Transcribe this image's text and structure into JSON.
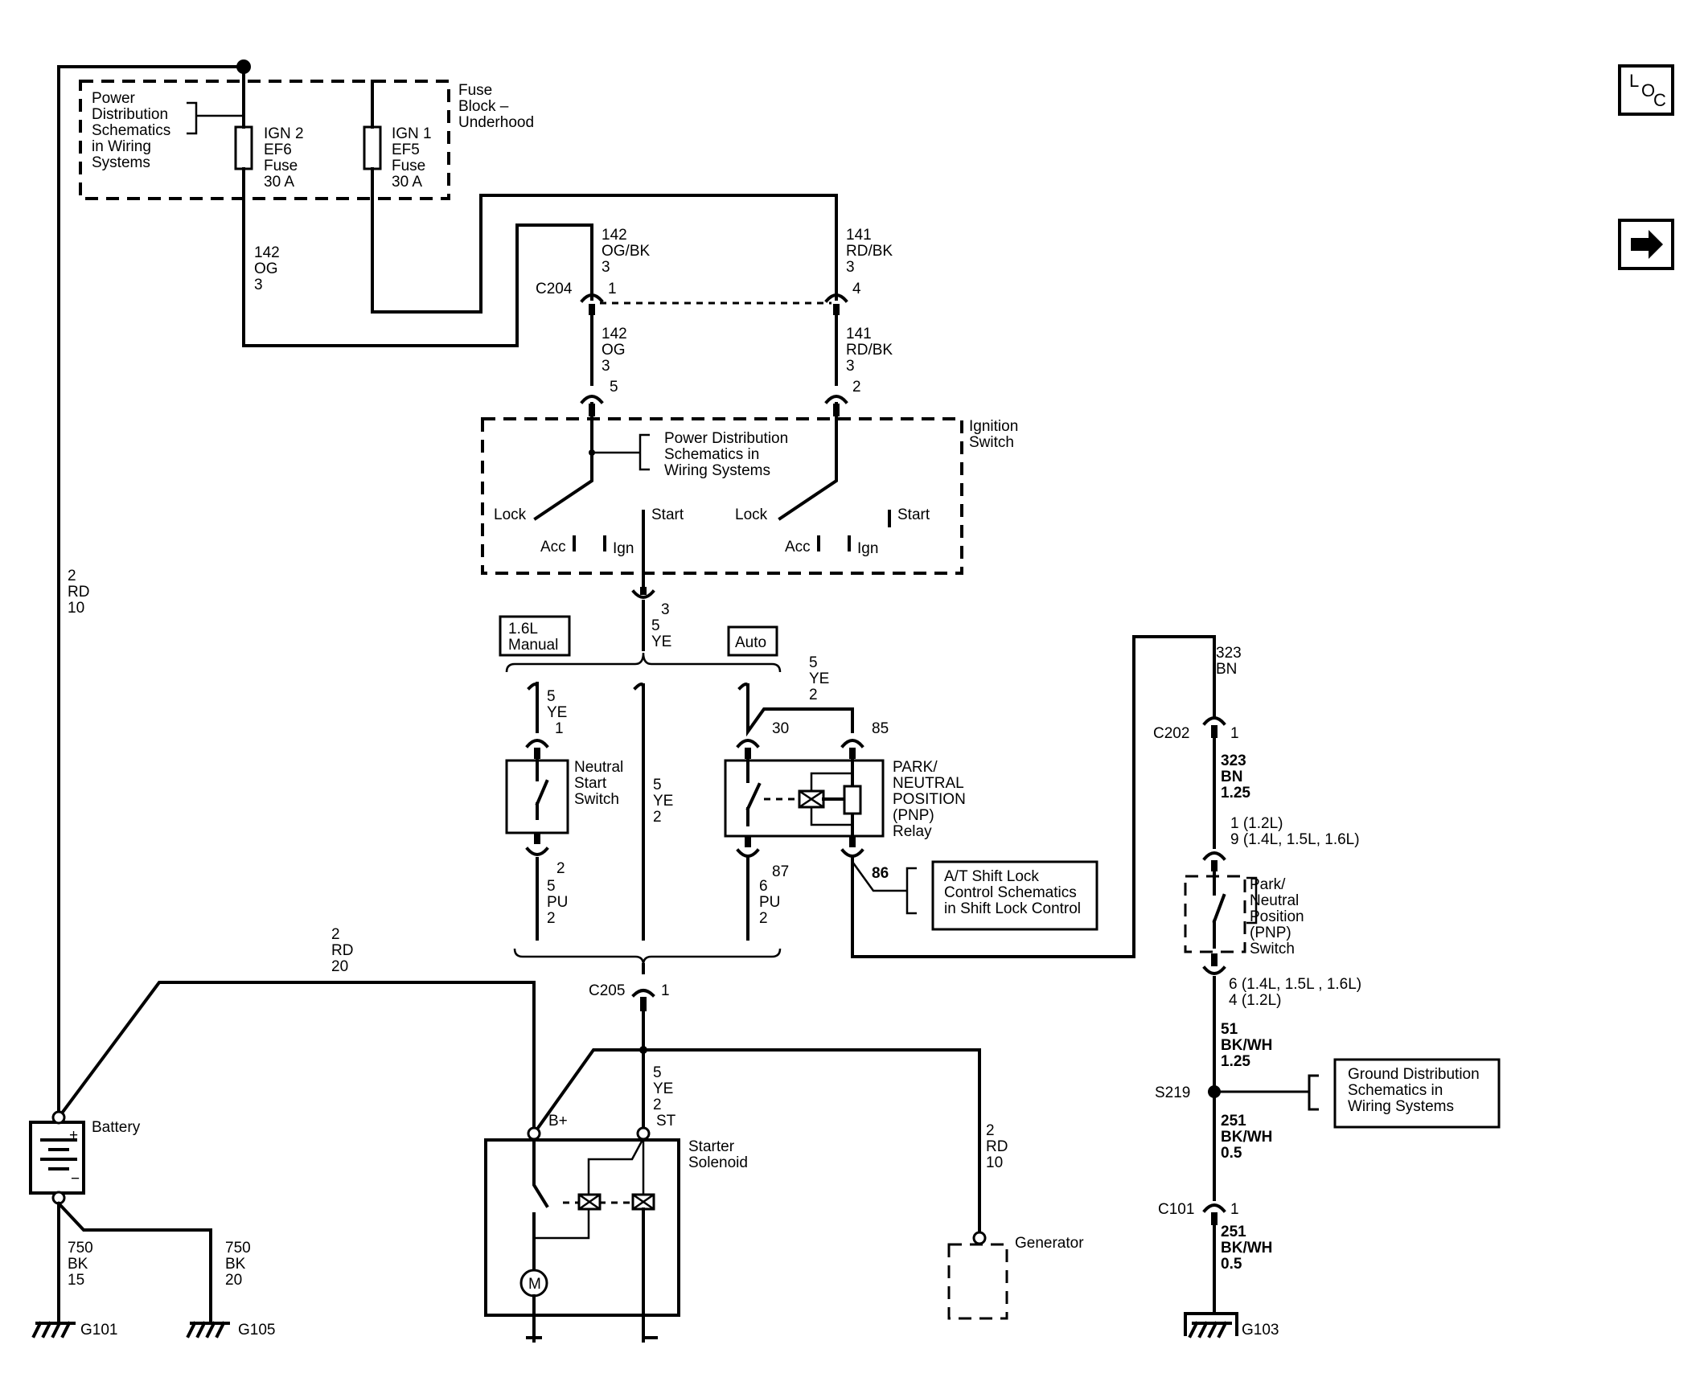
{
  "nav": {
    "loc_l": "L",
    "loc_o": "O",
    "loc_c": "C"
  },
  "fuse_block": {
    "ref": [
      "Power",
      "Distribution",
      "Schematics",
      "in Wiring",
      "Systems"
    ],
    "title": [
      "Fuse",
      "Block –",
      "Underhood"
    ],
    "ign2": [
      "IGN 2",
      "EF6",
      "Fuse",
      "30 A"
    ],
    "ign1": [
      "IGN 1",
      "EF5",
      "Fuse",
      "30 A"
    ]
  },
  "wires": {
    "w142_top": [
      "142",
      "OG",
      "3"
    ],
    "w142_a": [
      "142",
      "OG/BK",
      "3"
    ],
    "w141_a": [
      "141",
      "RD/BK",
      "3"
    ],
    "w142_b": [
      "142",
      "OG",
      "3"
    ],
    "w141_b": [
      "141",
      "RD/BK",
      "3"
    ],
    "battery_main": [
      "2",
      "RD",
      "10"
    ],
    "ye_trunk": [
      "5",
      "YE"
    ],
    "relay_feed": [
      "5",
      "YE",
      "2"
    ],
    "manual_top": [
      "5",
      "YE",
      "1"
    ],
    "ye_center": [
      "5",
      "YE",
      "2"
    ],
    "manual_pu": [
      "5",
      "PU",
      "2"
    ],
    "auto_pu": [
      "6",
      "PU",
      "2"
    ],
    "rd20": [
      "2",
      "RD",
      "20"
    ],
    "solenoid_feed": [
      "5",
      "YE",
      "2"
    ],
    "gen_feed": [
      "2",
      "RD",
      "10"
    ],
    "bk15": [
      "750",
      "BK",
      "15"
    ],
    "bk20": [
      "750",
      "BK",
      "20"
    ],
    "bn_top": [
      "323",
      "BN"
    ],
    "bn_mid": [
      "323",
      "BN",
      "1.25"
    ],
    "bkwh_a": [
      "51",
      "BK/WH",
      "1.25"
    ],
    "bkwh_b": [
      "251",
      "BK/WH",
      "0.5"
    ],
    "bkwh_c": [
      "251",
      "BK/WH",
      "0.5"
    ]
  },
  "connectors": {
    "c204": "C204",
    "c204_p1": "1",
    "c204_p4": "4",
    "p5": "5",
    "p2": "2",
    "ign_pin3": "3",
    "c202": "C202",
    "c202_p1": "1",
    "c205": "C205",
    "c205_p1": "1",
    "c101": "C101",
    "c101_p1": "1",
    "s219": "S219",
    "ns_pin1": "1",
    "ns_pin2": "2"
  },
  "ignition": {
    "title": [
      "Ignition",
      "Switch"
    ],
    "ref": [
      "Power Distribution",
      "Schematics in",
      "Wiring Systems"
    ],
    "lock": "Lock",
    "start": "Start",
    "acc": "Acc",
    "ign": "Ign"
  },
  "options": {
    "manual": [
      "1.6L",
      "Manual"
    ],
    "auto": "Auto"
  },
  "neutral_switch": [
    "Neutral",
    "Start",
    "Switch"
  ],
  "relay": {
    "title": [
      "PARK/",
      "NEUTRAL",
      "POSITION",
      "(PNP)",
      "Relay"
    ],
    "pin30": "30",
    "pin85": "85",
    "pin87": "87",
    "pin86": "86"
  },
  "shift_lock_ref": [
    "A/T Shift Lock",
    "Control Schematics",
    "in Shift Lock Control"
  ],
  "pnp_switch": {
    "title": [
      "Park/",
      "Neutral",
      "Position",
      "(PNP)",
      "Switch"
    ],
    "top_pins": [
      "1 (1.2L)",
      "9 (1.4L, 1.5L, 1.6L)"
    ],
    "bottom_pins": [
      "6 (1.4L, 1.5L , 1.6L)",
      "4 (1.2L)"
    ]
  },
  "ground_ref": [
    "Ground Distribution",
    "Schematics in",
    "Wiring Systems"
  ],
  "battery": {
    "label": "Battery",
    "plus": "+",
    "minus": "−"
  },
  "starter": {
    "title": [
      "Starter",
      "Solenoid"
    ],
    "bplus": "B+",
    "st": "ST",
    "motor": "M"
  },
  "generator": "Generator",
  "grounds": {
    "g101": "G101",
    "g105": "G105",
    "g103": "G103"
  }
}
